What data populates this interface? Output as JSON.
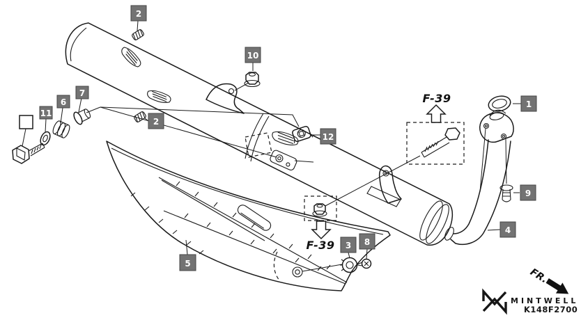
{
  "diagram": {
    "title": "exhaust-muffler-exploded-view",
    "part_labels": [
      {
        "num": "2"
      },
      {
        "num": "10"
      },
      {
        "num": "7"
      },
      {
        "num": "6"
      },
      {
        "num": "11"
      },
      {
        "num": "2"
      },
      {
        "num": "12"
      },
      {
        "num": "1"
      },
      {
        "num": "9"
      },
      {
        "num": "4"
      },
      {
        "num": "5"
      },
      {
        "num": "3"
      },
      {
        "num": "8"
      }
    ],
    "frame_ref_label": "F-39",
    "direction_label": "FR.",
    "watermark": {
      "brand": "MINTWELL",
      "code": "K148F2700"
    },
    "colors": {
      "label_bg": "#737373",
      "label_text": "#ffffff",
      "line": "#1a1a1a",
      "background": "#ffffff"
    }
  }
}
